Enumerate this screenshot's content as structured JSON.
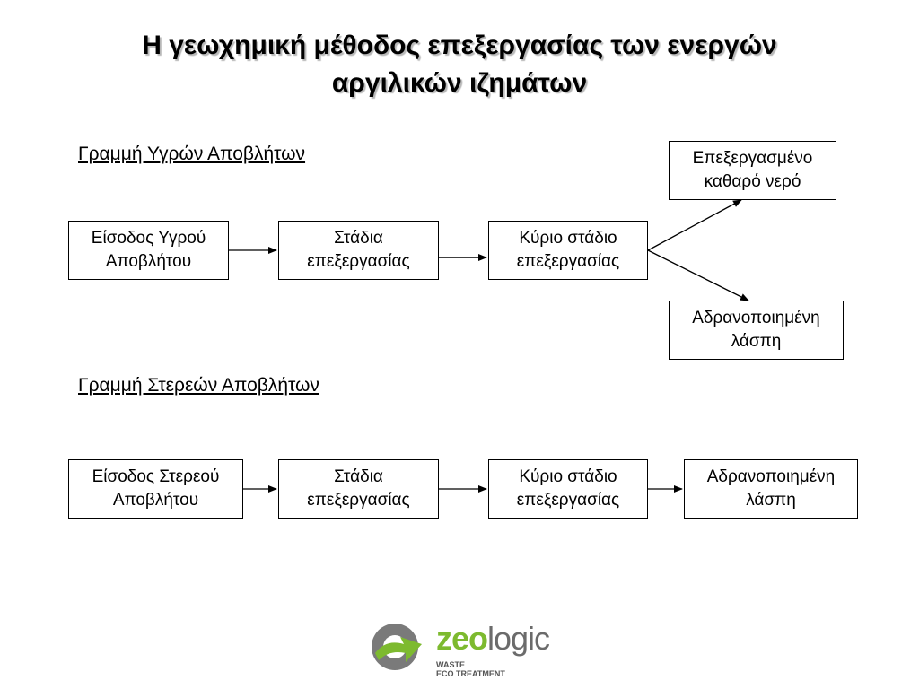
{
  "title": {
    "line1": "Η γεωχημική μέθοδος επεξεργασίας των ενεργών",
    "line2": "αργιλικών ιζημάτων"
  },
  "liquid_line": {
    "label": "Γραμμή Υγρών Αποβλήτων",
    "input": {
      "line1": "Είσοδος Υγρού",
      "line2": "Αποβλήτου"
    },
    "stages": {
      "line1": "Στάδια",
      "line2": "επεξεργασίας"
    },
    "main_stage": {
      "line1": "Κύριο στάδιο",
      "line2": "επεξεργασίας"
    },
    "output_water": {
      "line1": "Επεξεργασμένο",
      "line2": "καθαρό νερό"
    },
    "output_sludge": {
      "line1": "Αδρανοποιημένη",
      "line2": "λάσπη"
    }
  },
  "solid_line": {
    "label": "Γραμμή Στερεών Αποβλήτων",
    "input": {
      "line1": "Είσοδος Στερεού",
      "line2": "Αποβλήτου"
    },
    "stages": {
      "line1": "Στάδια",
      "line2": "επεξεργασίας"
    },
    "main_stage": {
      "line1": "Κύριο στάδιο",
      "line2": "επεξεργασίας"
    },
    "output_sludge": {
      "line1": "Αδρανοποιημένη",
      "line2": "λάσπη"
    }
  },
  "logo": {
    "word_part1": "zeo",
    "word_part2": "logic",
    "sub1": "WASTE",
    "sub2": "ECO TREATMENT",
    "icon": "zeologic-swirl-logo",
    "colors": {
      "green": "#7dba2f",
      "grey": "#6b6b6b"
    }
  }
}
